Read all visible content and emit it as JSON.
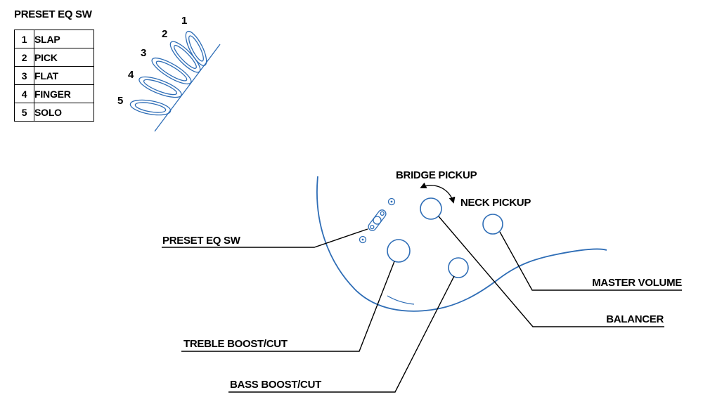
{
  "preset_table": {
    "title": "PRESET EQ SW",
    "rows": [
      {
        "num": "1",
        "label": "SLAP"
      },
      {
        "num": "2",
        "label": "PICK"
      },
      {
        "num": "3",
        "label": "FLAT"
      },
      {
        "num": "4",
        "label": "FINGER"
      },
      {
        "num": "5",
        "label": "SOLO"
      }
    ]
  },
  "switch_positions": [
    "1",
    "2",
    "3",
    "4",
    "5"
  ],
  "callouts": {
    "bridge_pickup": "BRIDGE PICKUP",
    "neck_pickup": "NECK PICKUP",
    "preset_eq_sw": "PRESET EQ SW",
    "master_volume": "MASTER VOLUME",
    "balancer": "BALANCER",
    "treble_boost_cut": "TREBLE BOOST/CUT",
    "bass_boost_cut": "BASS BOOST/CUT"
  },
  "colors": {
    "artwork_blue": "#2e6db6",
    "annotation_black": "#000000",
    "background": "#ffffff"
  }
}
